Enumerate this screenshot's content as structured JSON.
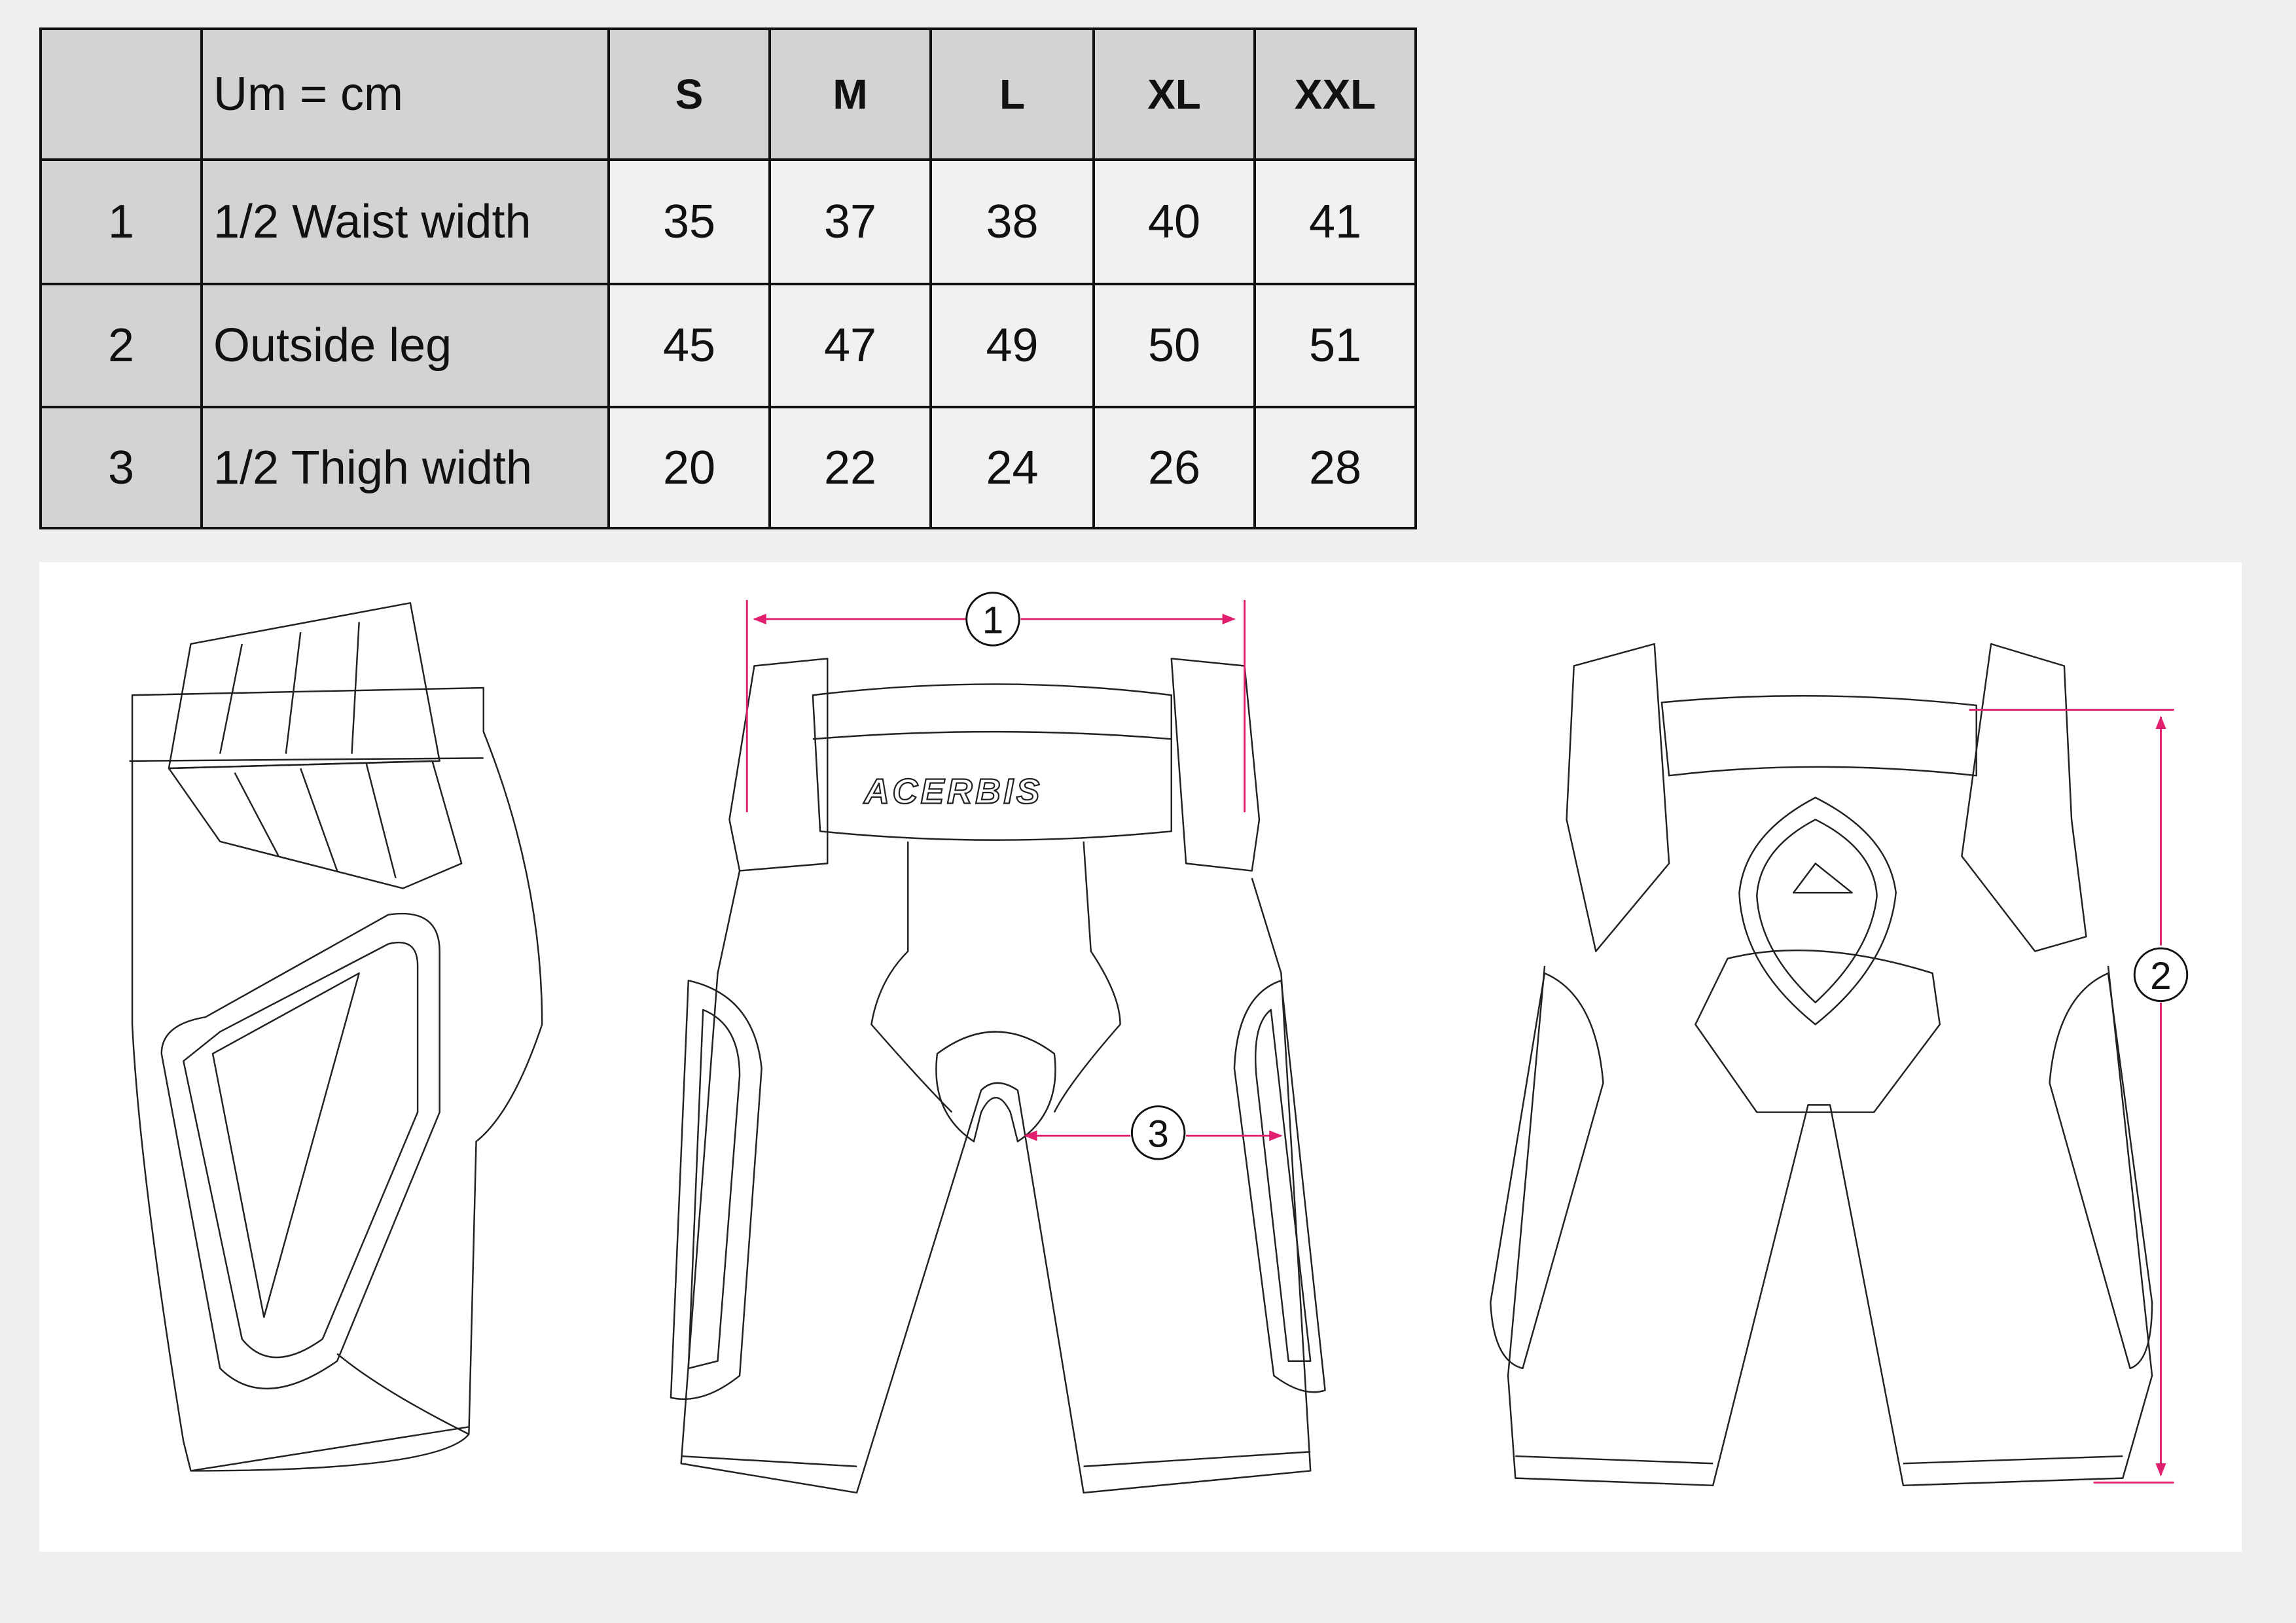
{
  "size_table": {
    "unit_label": "Um = cm",
    "sizes": [
      "S",
      "M",
      "L",
      "XL",
      "XXL"
    ],
    "rows": [
      {
        "index": "1",
        "label": "1/2 Waist width",
        "values": [
          "35",
          "37",
          "38",
          "40",
          "41"
        ]
      },
      {
        "index": "2",
        "label": "Outside leg",
        "values": [
          "45",
          "47",
          "49",
          "50",
          "51"
        ]
      },
      {
        "index": "3",
        "label": "1/2 Thigh width",
        "values": [
          "20",
          "22",
          "24",
          "26",
          "28"
        ]
      }
    ]
  },
  "diagram": {
    "markers": {
      "waist": "1",
      "outside_leg": "2",
      "thigh": "3"
    },
    "logo_text": "ACERBIS",
    "accent_color": "#e0206e"
  }
}
